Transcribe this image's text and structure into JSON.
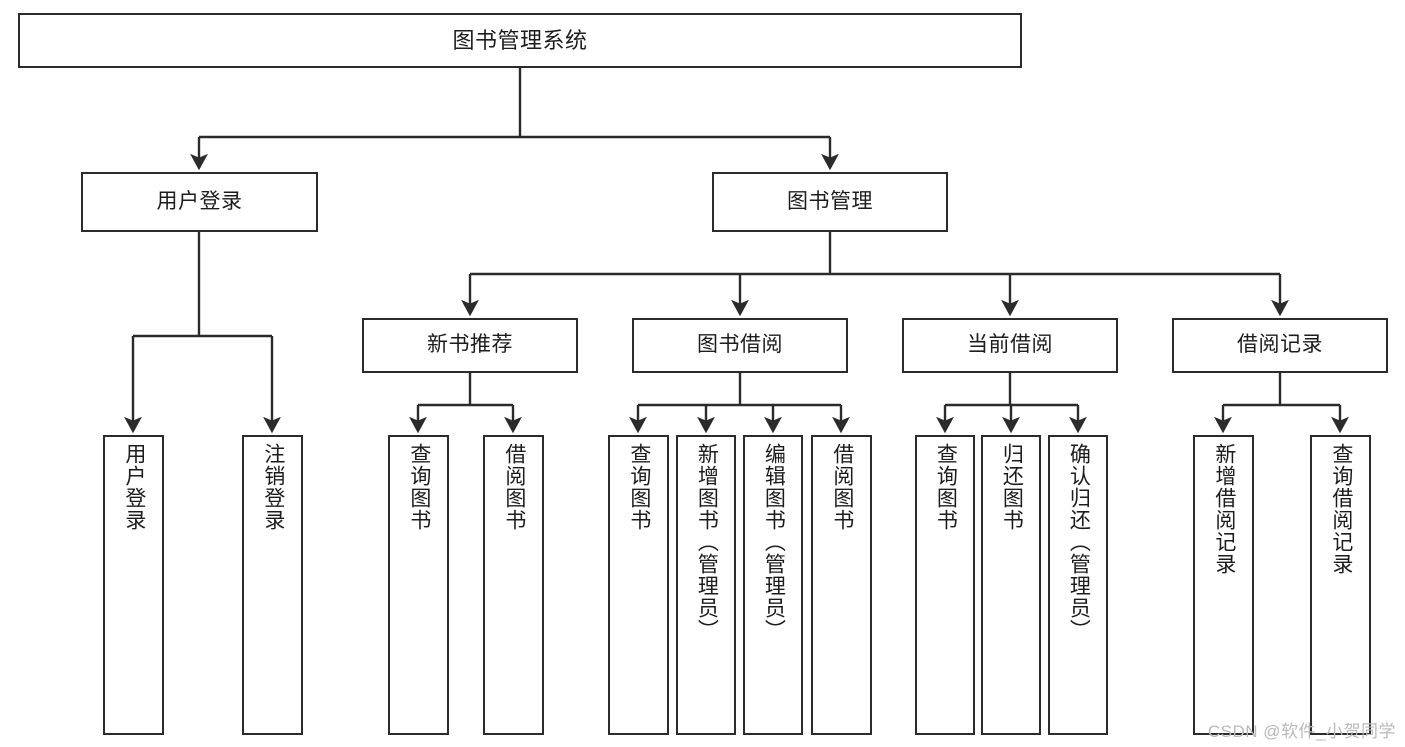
{
  "diagram": {
    "type": "tree-hierarchy",
    "title": "图书管理系统",
    "orientation": "top-down",
    "colors": {
      "box_border": "#2b2b2b",
      "box_fill": "#ffffff",
      "edge": "#2b2b2b",
      "text": "#1c1c1c",
      "watermark": "#b9b9b9"
    },
    "nodes": {
      "root": {
        "label": "图书管理系统"
      },
      "level2": [
        {
          "id": "user-login",
          "label": "用户登录"
        },
        {
          "id": "book-manage",
          "label": "图书管理"
        }
      ],
      "level3": [
        {
          "id": "new-book-recommend",
          "label": "新书推荐"
        },
        {
          "id": "book-borrow",
          "label": "图书借阅"
        },
        {
          "id": "current-borrow",
          "label": "当前借阅"
        },
        {
          "id": "borrow-record",
          "label": "借阅记录"
        }
      ],
      "leaves": [
        {
          "id": "leaf-user-login",
          "parent": "user-login",
          "label": "用户登录"
        },
        {
          "id": "leaf-logout-login",
          "parent": "user-login",
          "label": "注销登录"
        },
        {
          "id": "leaf-query-book-1",
          "parent": "new-book-recommend",
          "label": "查询图书"
        },
        {
          "id": "leaf-borrow-book-1",
          "parent": "new-book-recommend",
          "label": "借阅图书"
        },
        {
          "id": "leaf-query-book-2",
          "parent": "book-borrow",
          "label": "查询图书"
        },
        {
          "id": "leaf-add-book",
          "parent": "book-borrow",
          "label": "新增图书（管理员）"
        },
        {
          "id": "leaf-edit-book",
          "parent": "book-borrow",
          "label": "编辑图书（管理员）"
        },
        {
          "id": "leaf-borrow-book-2",
          "parent": "book-borrow",
          "label": "借阅图书"
        },
        {
          "id": "leaf-query-book-3",
          "parent": "current-borrow",
          "label": "查询图书"
        },
        {
          "id": "leaf-return-book",
          "parent": "current-borrow",
          "label": "归还图书"
        },
        {
          "id": "leaf-confirm-return",
          "parent": "current-borrow",
          "label": "确认归还（管理员）"
        },
        {
          "id": "leaf-add-record",
          "parent": "borrow-record",
          "label": "新增借阅记录"
        },
        {
          "id": "leaf-query-record",
          "parent": "borrow-record",
          "label": "查询借阅记录"
        }
      ]
    },
    "watermark": "CSDN @软件_小贺同学"
  }
}
